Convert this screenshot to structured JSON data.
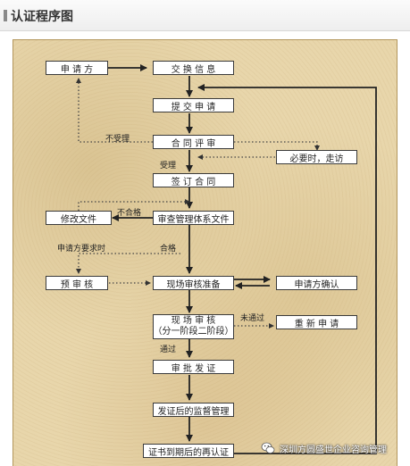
{
  "header": {
    "title": "认证程序图"
  },
  "flow": {
    "applicant": "申  请  方",
    "exchange_info": "交  换  信  息",
    "submit_application": "提  交  申  请",
    "contract_review": "合  同  评  审",
    "visit_if_needed": "必要时，走访",
    "sign_contract": "签  订  合  同",
    "review_docs": "审查管理体系文件",
    "modify_docs": "修改文件",
    "pre_audit": "预  审  核",
    "onsite_prep": "现场审核准备",
    "applicant_confirm": "申请方确认",
    "onsite_audit_line1": "现  场  审  核",
    "onsite_audit_line2": "（分一阶段二阶段）",
    "reapply": "重  新  申  请",
    "approve_cert": "审  批  发  证",
    "post_cert_supervision": "发证后的监督管理",
    "recert_on_expiry": "证书到期后的再认证"
  },
  "labels": {
    "not_accepted": "不受理",
    "accepted": "受理",
    "unqualified": "不合格",
    "qualified": "合格",
    "applicant_request": "申请方要求时",
    "not_passed": "未通过",
    "passed": "通过"
  },
  "watermark": {
    "text": "深圳方圆盛世企业咨询管理",
    "icon": "wechat-icon"
  }
}
